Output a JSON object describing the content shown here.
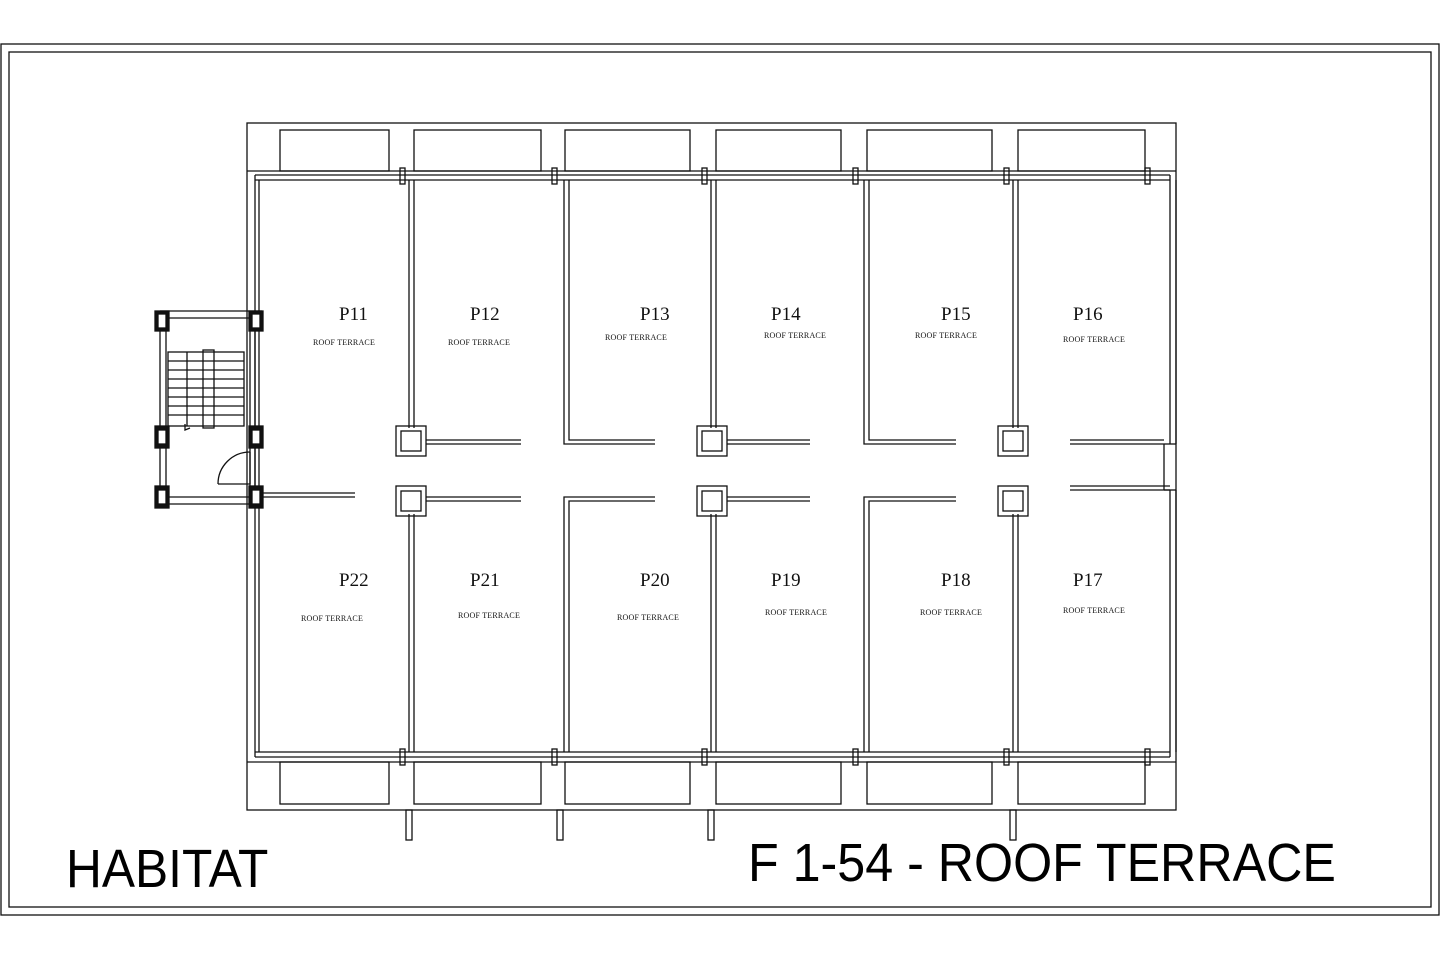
{
  "project": {
    "name": "HABITAT"
  },
  "sheet": {
    "title": "F 1-54 - ROOF TERRACE"
  },
  "units": [
    {
      "id": "P11",
      "sublabel": "ROOF TERRACE"
    },
    {
      "id": "P12",
      "sublabel": "ROOF TERRACE"
    },
    {
      "id": "P13",
      "sublabel": "ROOF TERRACE"
    },
    {
      "id": "P14",
      "sublabel": "ROOF TERRACE"
    },
    {
      "id": "P15",
      "sublabel": "ROOF TERRACE"
    },
    {
      "id": "P16",
      "sublabel": "ROOF TERRACE"
    },
    {
      "id": "P22",
      "sublabel": "ROOF TERRACE"
    },
    {
      "id": "P21",
      "sublabel": "ROOF TERRACE"
    },
    {
      "id": "P20",
      "sublabel": "ROOF TERRACE"
    },
    {
      "id": "P19",
      "sublabel": "ROOF TERRACE"
    },
    {
      "id": "P18",
      "sublabel": "ROOF TERRACE"
    },
    {
      "id": "P17",
      "sublabel": "ROOF TERRACE"
    }
  ],
  "colors": {
    "line": "#111111",
    "background": "#ffffff"
  }
}
